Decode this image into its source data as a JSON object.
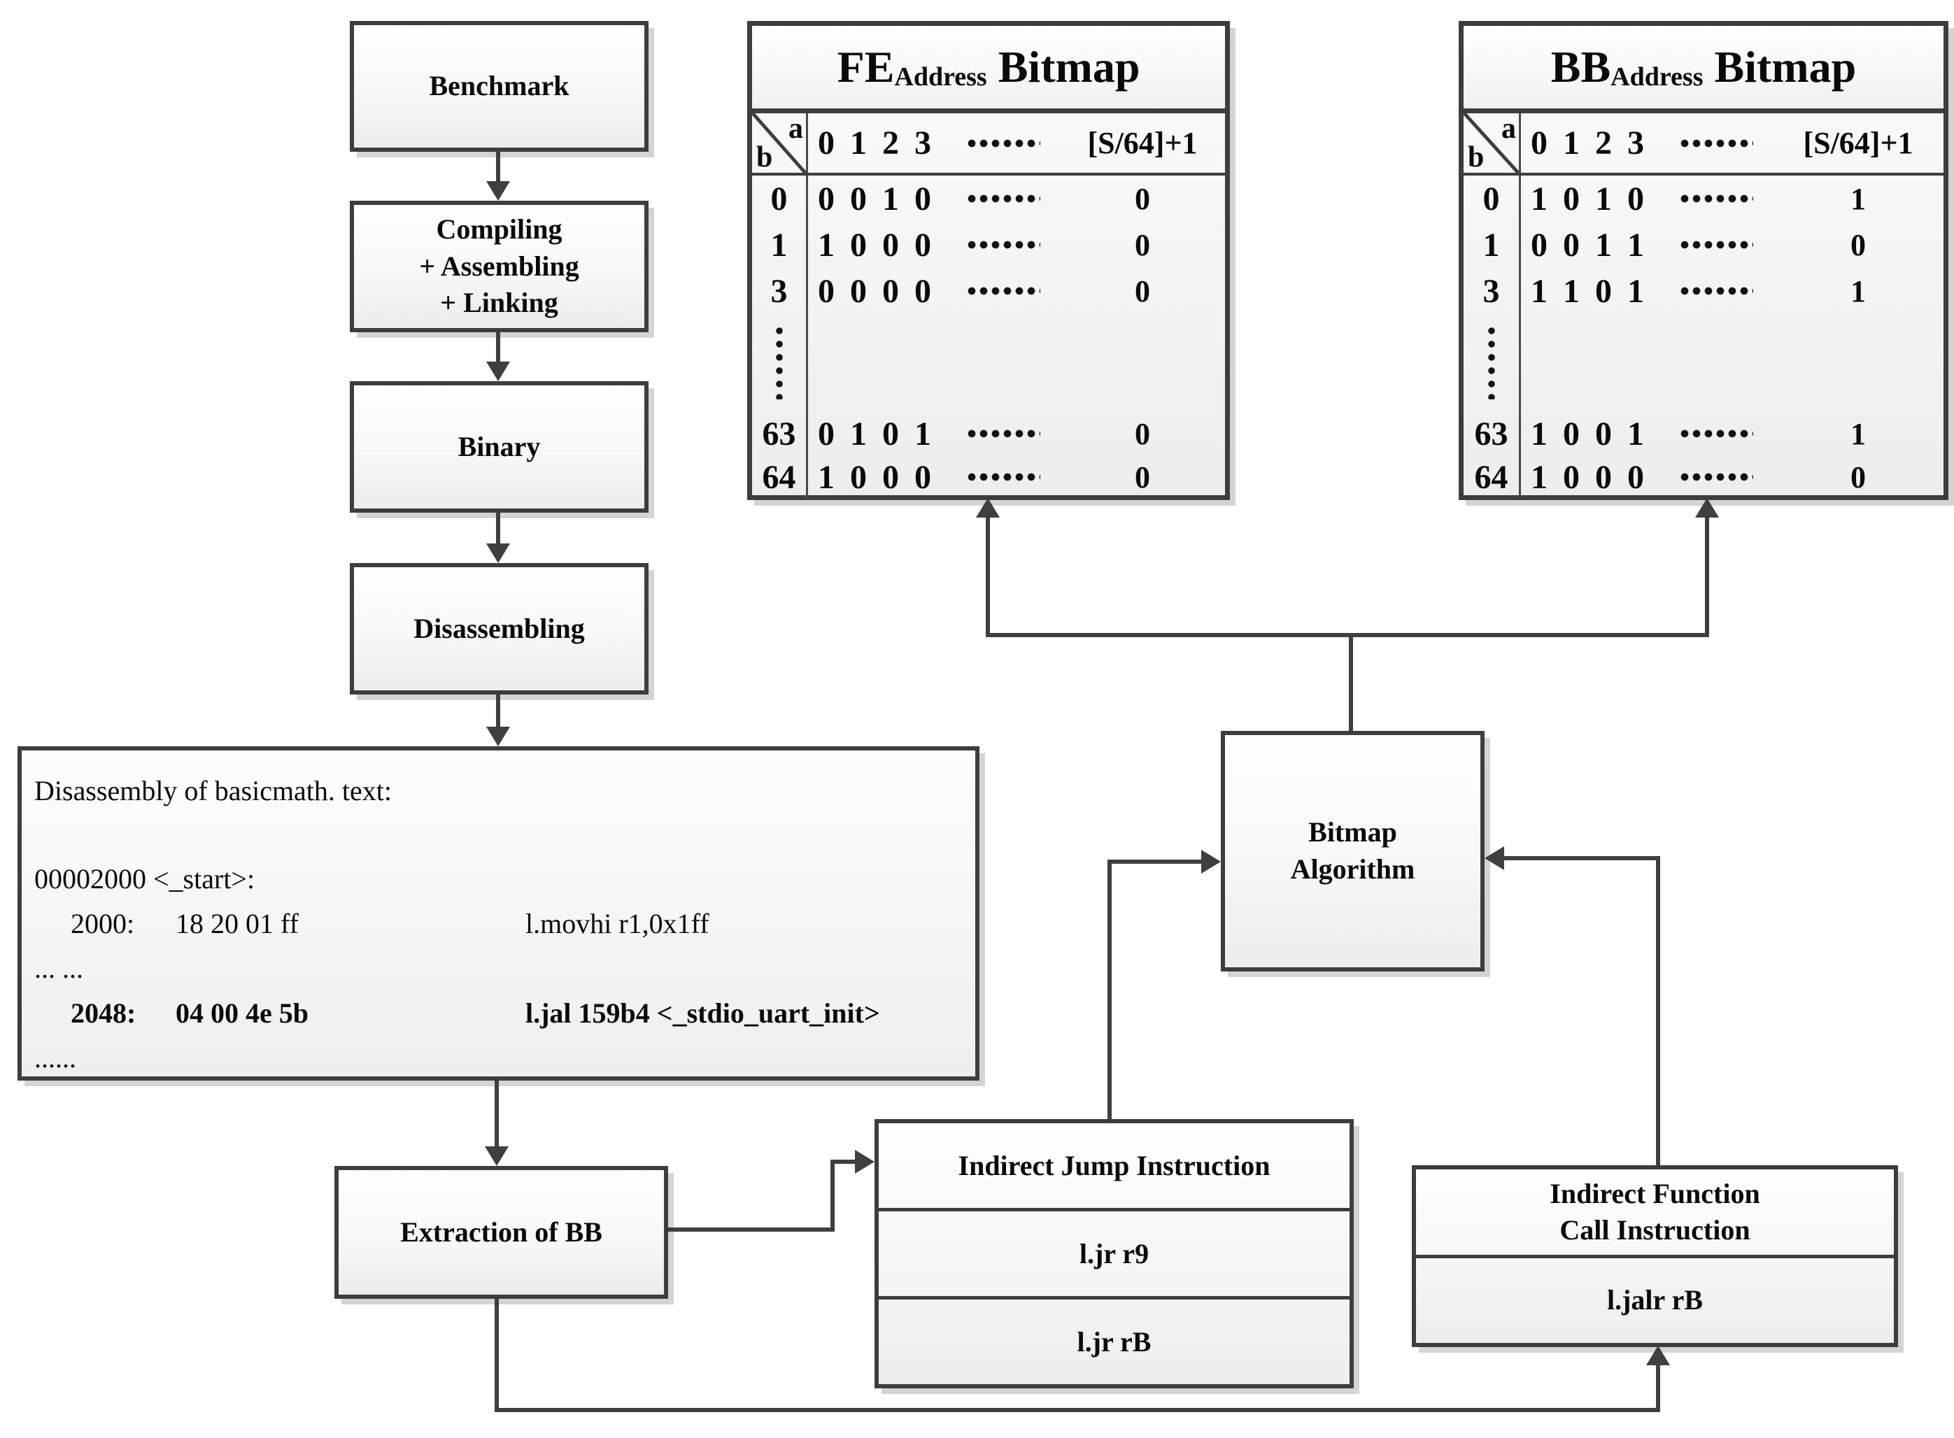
{
  "flow": {
    "benchmark": "Benchmark",
    "compiling": "Compiling\n+ Assembling\n+ Linking",
    "binary": "Binary",
    "disassembling": "Disassembling",
    "extraction": "Extraction of BB",
    "bitmap_algorithm": "Bitmap\nAlgorithm"
  },
  "code_box": {
    "lines": [
      {
        "text": "Disassembly of basicmath. text:",
        "style": "normal"
      },
      {
        "text": "",
        "style": "blank"
      },
      {
        "text": "00002000 <_start>:",
        "style": "normal"
      },
      {
        "cols": [
          "2000:",
          "18 20 01 ff",
          "l.movhi r1,0x1ff"
        ],
        "style": "instr"
      },
      {
        "text": "... ...",
        "style": "normal"
      },
      {
        "cols": [
          "2048:",
          "04 00 4e 5b",
          "l.jal 159b4 <_stdio_uart_init>"
        ],
        "style": "instr-bold"
      },
      {
        "text": "......",
        "style": "normal"
      }
    ]
  },
  "jump_box": {
    "header": "Indirect Jump Instruction",
    "rows": [
      "l.jr r9",
      "l.jr rB"
    ]
  },
  "call_box": {
    "header": "Indirect Function\nCall Instruction",
    "rows": [
      "l.jalr  rB"
    ]
  },
  "fe_table": {
    "title": {
      "pre": "FE",
      "sub": "Address",
      "post": "Bitmap"
    },
    "corner": {
      "a": "a",
      "b": "b"
    },
    "header": {
      "cols": "0 1 2 3",
      "last": "[S/64]+1"
    },
    "rows": [
      {
        "b": "0",
        "bits": "0 0 1 0",
        "last": "0"
      },
      {
        "b": "1",
        "bits": "1 0 0 0",
        "last": "0"
      },
      {
        "b": "3",
        "bits": "0 0 0 0",
        "last": "0"
      },
      {
        "vdots": true
      },
      {
        "b": "63",
        "bits": "0 1 0 1",
        "last": "0"
      },
      {
        "b": "64",
        "bits": "1 0 0 0",
        "last": "0"
      }
    ]
  },
  "bb_table": {
    "title": {
      "pre": "BB",
      "sub": "Address",
      "post": "Bitmap"
    },
    "corner": {
      "a": "a",
      "b": "b"
    },
    "header": {
      "cols": "0 1 2 3",
      "last": "[S/64]+1"
    },
    "rows": [
      {
        "b": "0",
        "bits": "1 0 1 0",
        "last": "1"
      },
      {
        "b": "1",
        "bits": "0 0 1 1",
        "last": "0"
      },
      {
        "b": "3",
        "bits": "1 1 0 1",
        "last": "1"
      },
      {
        "vdots": true
      },
      {
        "b": "63",
        "bits": "1 0 0 1",
        "last": "1"
      },
      {
        "b": "64",
        "bits": "1 0 0 0",
        "last": "0"
      }
    ]
  },
  "colors": {
    "line": "#3f3f3f",
    "box_border": "#3d3d3d",
    "box_fill_top": "#ffffff",
    "box_fill_bottom": "#ececec",
    "shadow": "#d4d4d4",
    "text": "#0a0a0a"
  }
}
